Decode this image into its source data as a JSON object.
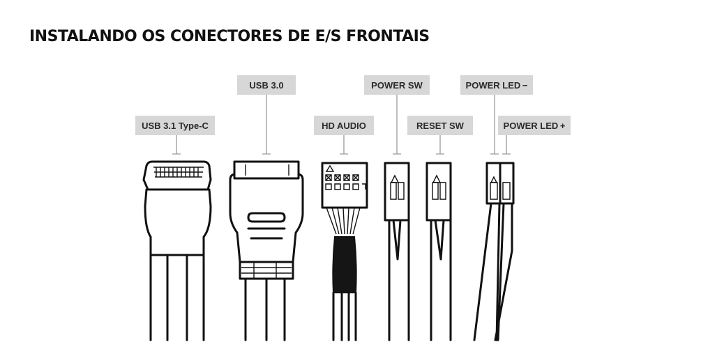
{
  "title": "INSTALANDO OS CONECTORES DE E/S FRONTAIS",
  "connectors": [
    {
      "id": "usb31c",
      "label": "USB 3.1 Type-C"
    },
    {
      "id": "usb30",
      "label": "USB 3.0"
    },
    {
      "id": "hdaudio",
      "label": "HD AUDIO"
    },
    {
      "id": "powersw",
      "label": "POWER SW"
    },
    {
      "id": "resetsw",
      "label": "RESET SW"
    },
    {
      "id": "powerledneg",
      "label": "POWER LED −"
    },
    {
      "id": "powerledpos",
      "label": "POWER LED +"
    }
  ]
}
